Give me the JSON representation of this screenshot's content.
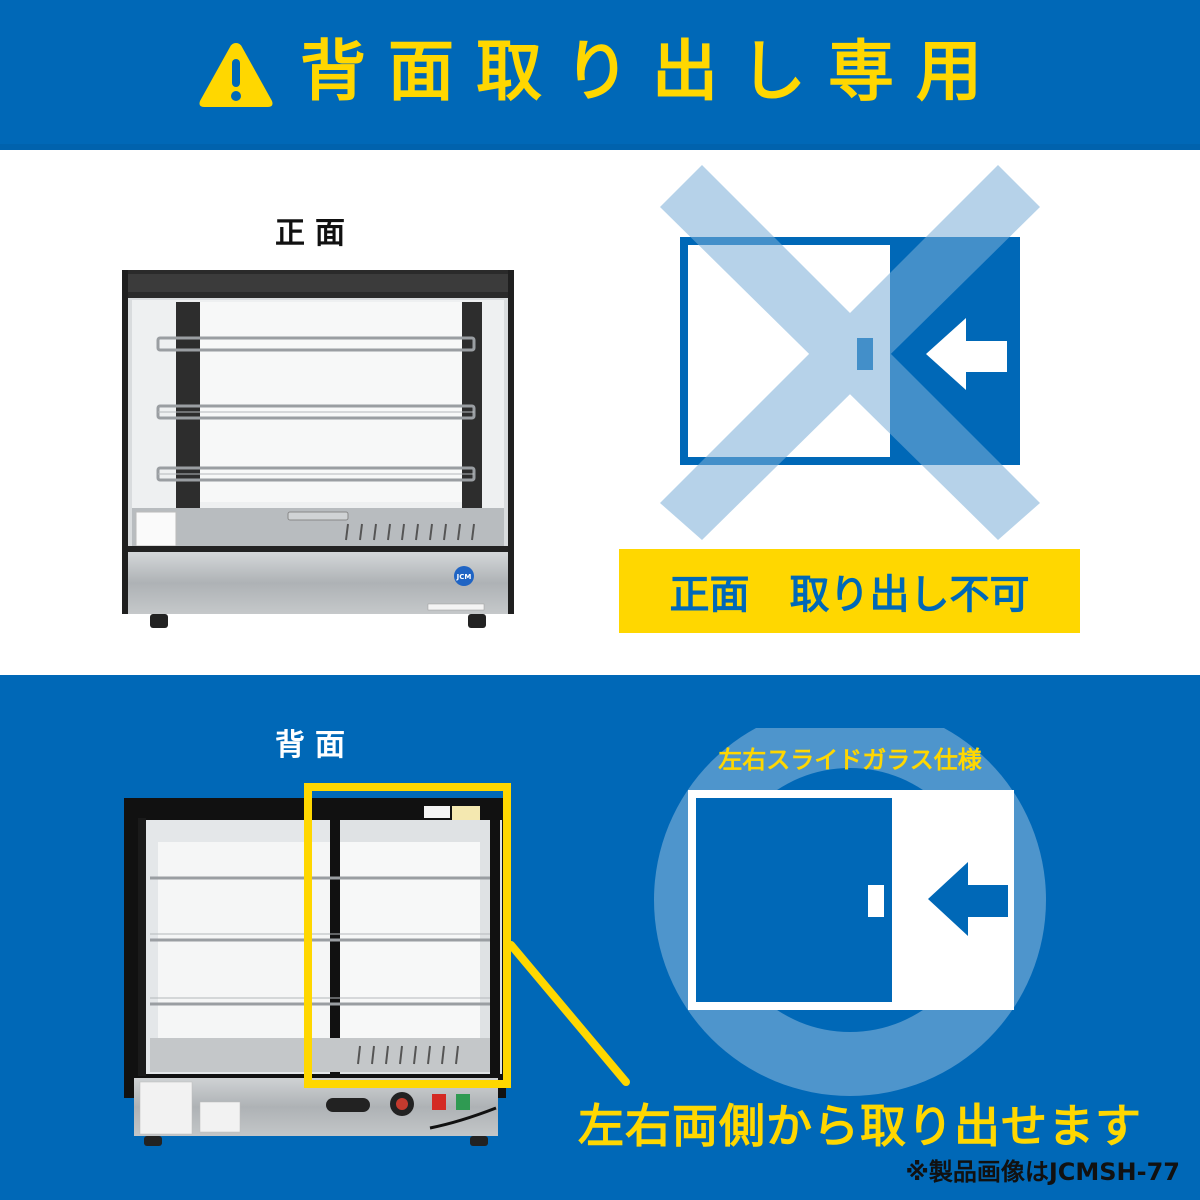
{
  "header": {
    "icon": "warning-icon",
    "title": "背面取り出し専用"
  },
  "front_section": {
    "label": "正面",
    "product_image": {
      "description": "Front view of display warmer cabinet with three wire shelves",
      "brand_logo": "JCM"
    },
    "diagram": {
      "icon": "cross-mark-icon",
      "arrow_icon": "arrow-left-icon"
    },
    "banner_text": "正面　取り出し不可"
  },
  "back_section": {
    "label": "背面",
    "product_image": {
      "description": "Rear view of display warmer cabinet with sliding glass doors and control panel"
    },
    "diagram": {
      "title": "左右スライドガラス仕様",
      "icon": "circle-ok-icon",
      "arrow_icon": "arrow-left-icon"
    },
    "caption": "左右両側から取り出せます",
    "footnote": "※製品画像はJCMSH-77"
  },
  "colors": {
    "brand_blue": "#0068B7",
    "accent_yellow": "#FFD700",
    "light_blue": "#B6D3E8",
    "mid_blue": "#4E95CC",
    "dark_blue": "#0058A3"
  }
}
